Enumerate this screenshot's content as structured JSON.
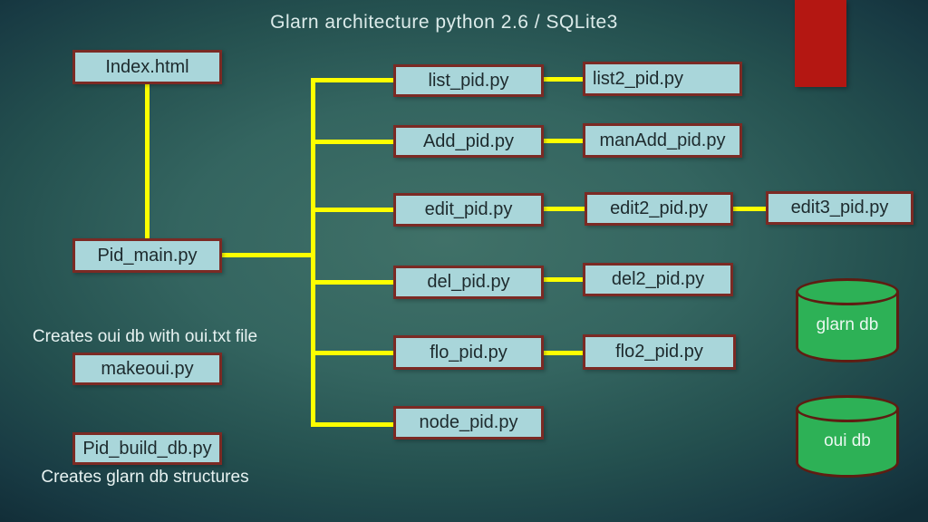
{
  "slide": {
    "title": "Glarn architecture python 2.6 / SQLite3"
  },
  "colors": {
    "background_center": "#407168",
    "background_edge": "#122e38",
    "box_fill": "#a9d6da",
    "box_border": "#7b2a24",
    "connector": "#fdff00",
    "accent_bar": "#b41712",
    "cylinder_fill": "#2db156",
    "cylinder_border": "#5e1d12",
    "title_text": "#dcebea",
    "box_text": "#1d2a2d"
  },
  "nodes": {
    "index_html": {
      "label": "Index.html"
    },
    "pid_main": {
      "label": "Pid_main.py"
    },
    "makeoui": {
      "label": "makeoui.py"
    },
    "pid_build_db": {
      "label": "Pid_build_db.py"
    },
    "list_pid": {
      "label": "list_pid.py"
    },
    "add_pid": {
      "label": "Add_pid.py"
    },
    "edit_pid": {
      "label": "edit_pid.py"
    },
    "del_pid": {
      "label": "del_pid.py"
    },
    "flo_pid": {
      "label": "flo_pid.py"
    },
    "node_pid": {
      "label": "node_pid.py"
    },
    "list2_pid": {
      "label": "list2_pid.py"
    },
    "manadd_pid": {
      "label": "manAdd_pid.py"
    },
    "edit2_pid": {
      "label": "edit2_pid.py"
    },
    "edit3_pid": {
      "label": "edit3_pid.py"
    },
    "del2_pid": {
      "label": "del2_pid.py"
    },
    "flo2_pid": {
      "label": "flo2_pid.py"
    }
  },
  "captions": {
    "oui_caption": "Creates oui db with oui.txt file",
    "glarn_caption": "Creates glarn db structures"
  },
  "databases": {
    "glarn": {
      "label": "glarn db"
    },
    "oui": {
      "label": "oui db"
    }
  },
  "edges": [
    {
      "from": "Index.html",
      "to": "Pid_main.py"
    },
    {
      "from": "Pid_main.py",
      "to": "list_pid.py"
    },
    {
      "from": "Pid_main.py",
      "to": "Add_pid.py"
    },
    {
      "from": "Pid_main.py",
      "to": "edit_pid.py"
    },
    {
      "from": "Pid_main.py",
      "to": "del_pid.py"
    },
    {
      "from": "Pid_main.py",
      "to": "flo_pid.py"
    },
    {
      "from": "Pid_main.py",
      "to": "node_pid.py"
    },
    {
      "from": "list_pid.py",
      "to": "list2_pid.py"
    },
    {
      "from": "Add_pid.py",
      "to": "manAdd_pid.py"
    },
    {
      "from": "edit_pid.py",
      "to": "edit2_pid.py"
    },
    {
      "from": "edit2_pid.py",
      "to": "edit3_pid.py"
    },
    {
      "from": "del_pid.py",
      "to": "del2_pid.py"
    },
    {
      "from": "flo_pid.py",
      "to": "flo2_pid.py"
    }
  ]
}
